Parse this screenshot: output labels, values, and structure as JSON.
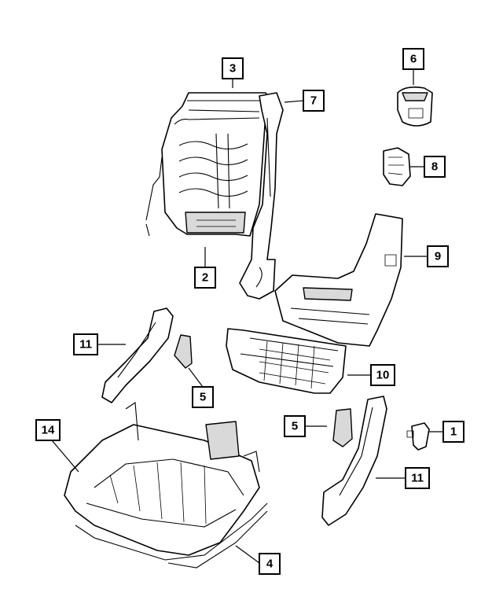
{
  "callouts": [
    {
      "id": "c1",
      "label": "1"
    },
    {
      "id": "c2",
      "label": "2"
    },
    {
      "id": "c3",
      "label": "3"
    },
    {
      "id": "c4",
      "label": "4"
    },
    {
      "id": "c5a",
      "label": "5"
    },
    {
      "id": "c5b",
      "label": "5"
    },
    {
      "id": "c6",
      "label": "6"
    },
    {
      "id": "c7",
      "label": "7"
    },
    {
      "id": "c8",
      "label": "8"
    },
    {
      "id": "c9",
      "label": "9"
    },
    {
      "id": "c10",
      "label": "10"
    },
    {
      "id": "c11a",
      "label": "11"
    },
    {
      "id": "c11b",
      "label": "11"
    },
    {
      "id": "c14",
      "label": "14"
    }
  ]
}
